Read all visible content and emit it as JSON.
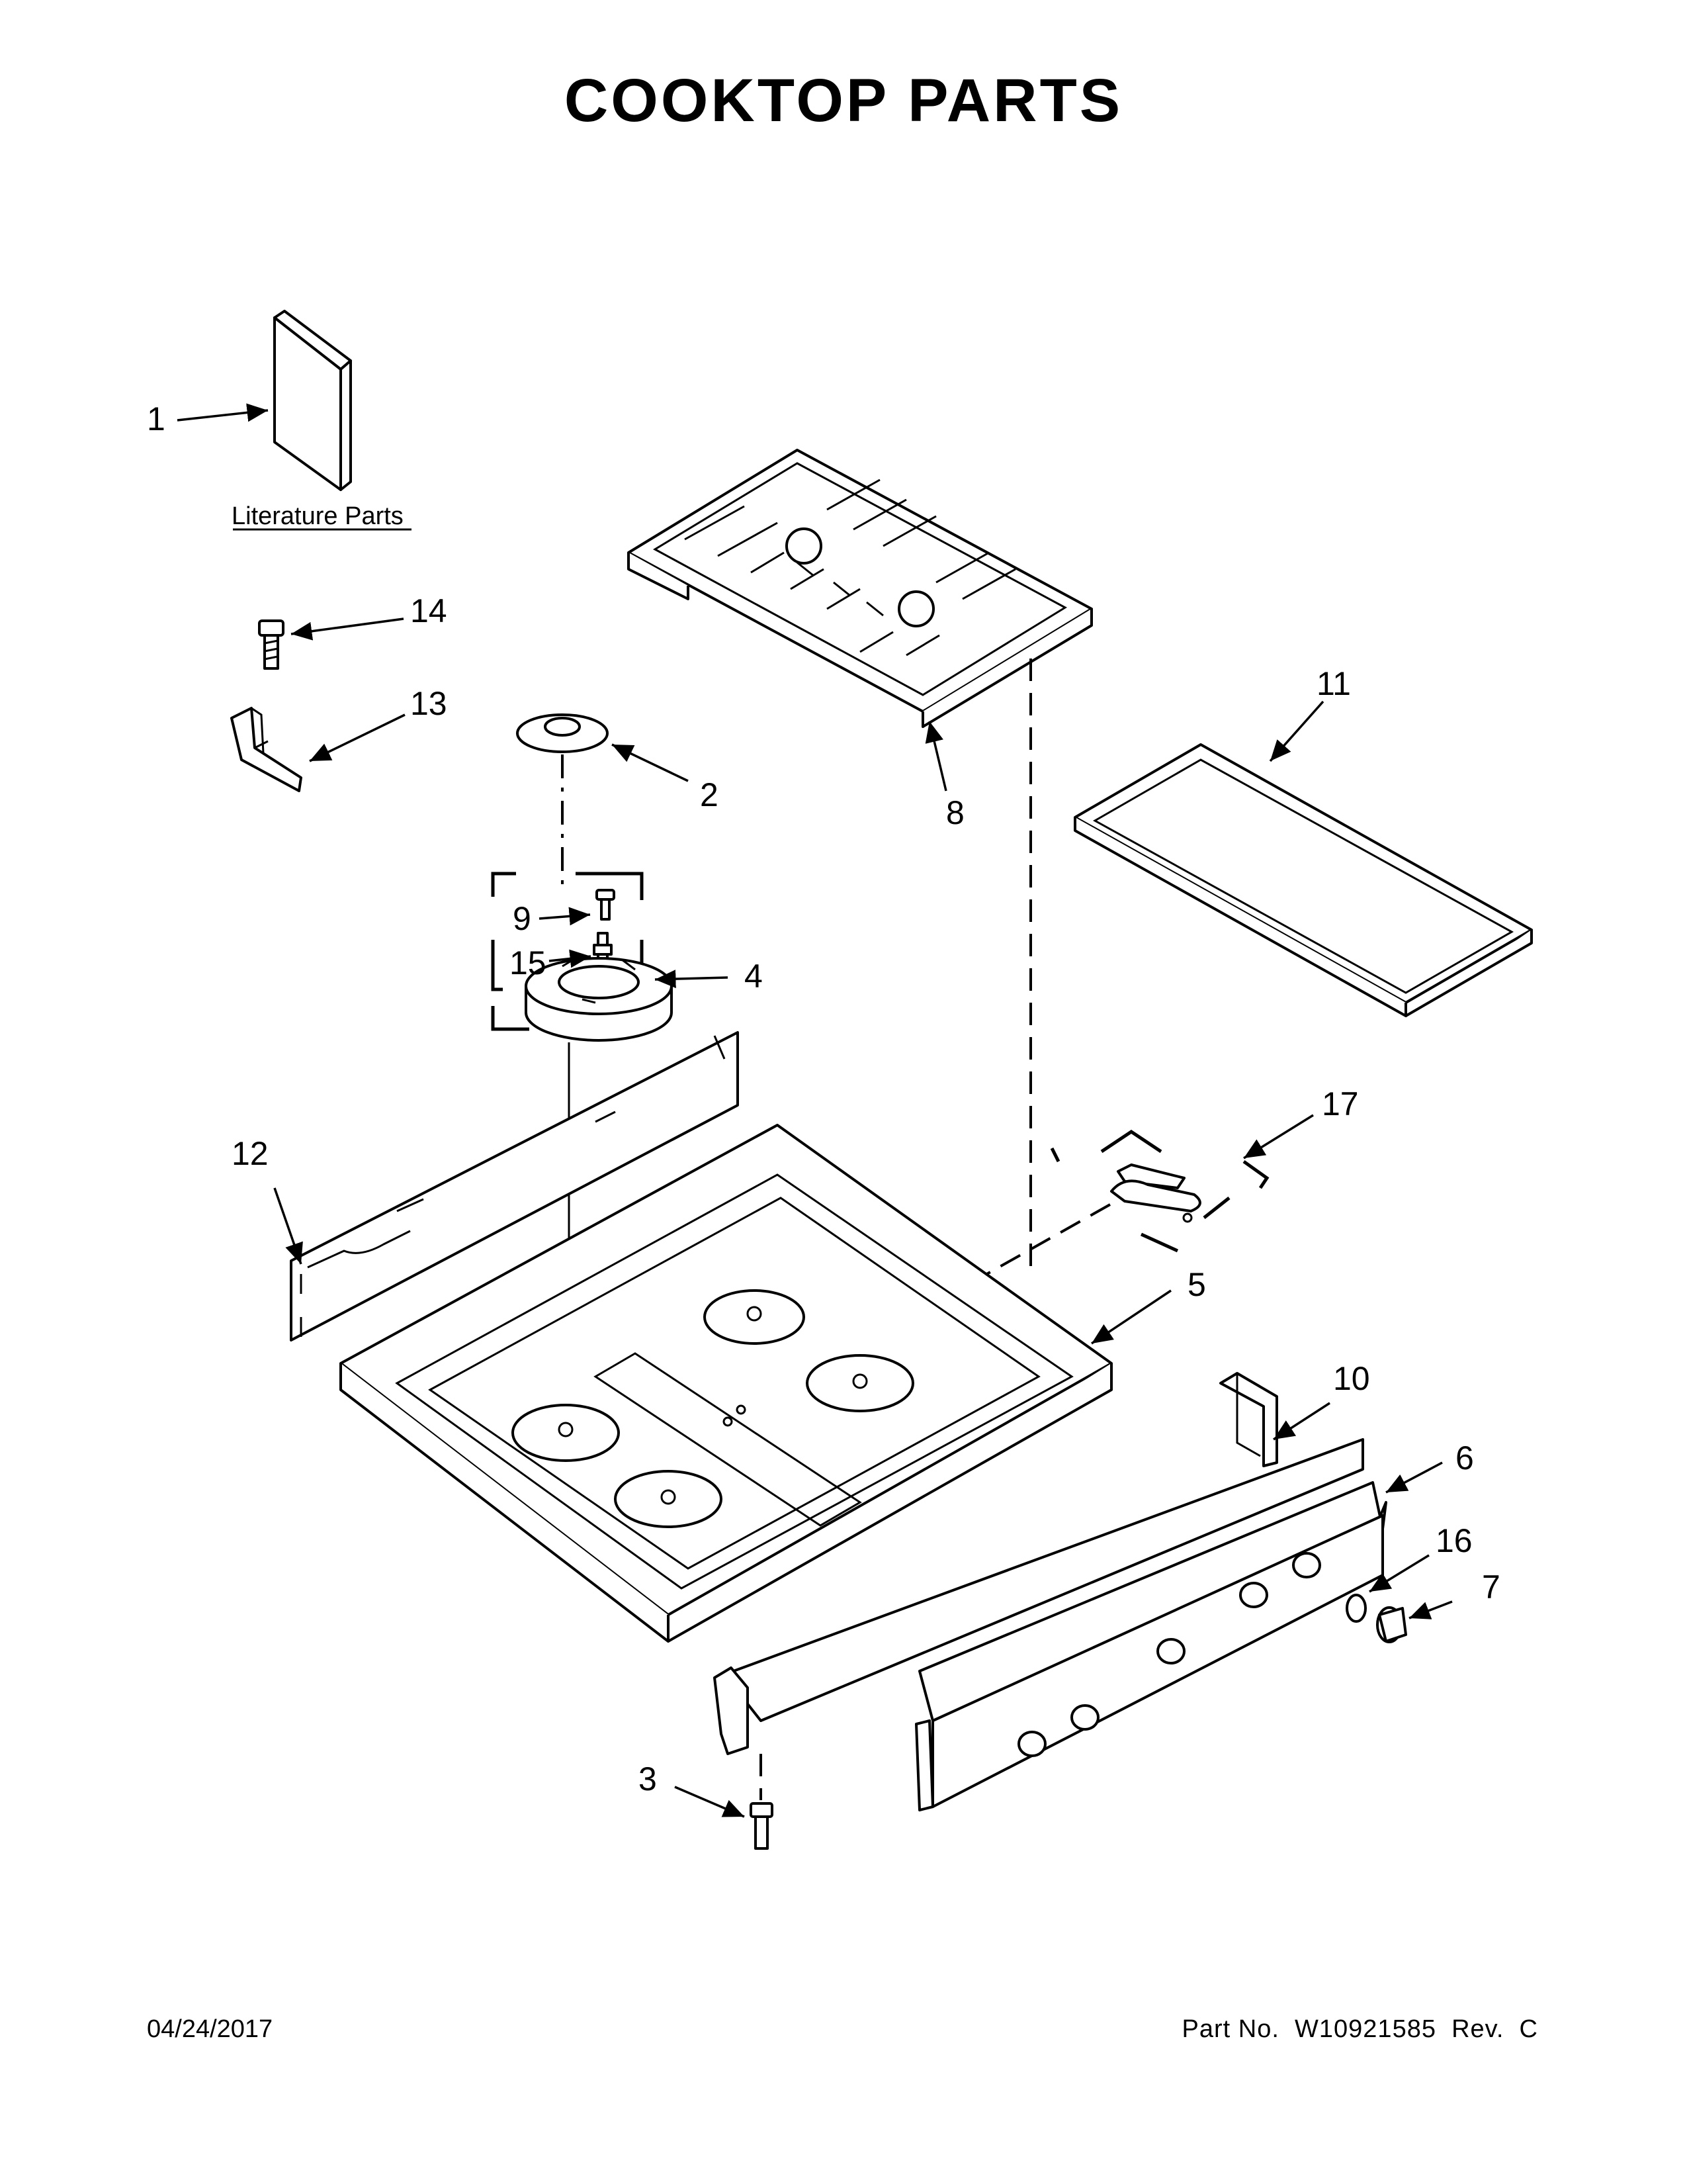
{
  "title": "COOKTOP PARTS",
  "literature_label": "Literature Parts",
  "callouts": {
    "c1": "1",
    "c2": "2",
    "c3": "3",
    "c4": "4",
    "c5": "5",
    "c6": "6",
    "c7": "7",
    "c8": "8",
    "c9": "9",
    "c10": "10",
    "c11": "11",
    "c12": "12",
    "c13": "13",
    "c14": "14",
    "c15": "15",
    "c16": "16",
    "c17": "17"
  },
  "footer": {
    "date": "04/24/2017",
    "part_no_label": "Part No.",
    "part_no": "W10921585",
    "rev_label": "Rev.",
    "rev": "C"
  }
}
